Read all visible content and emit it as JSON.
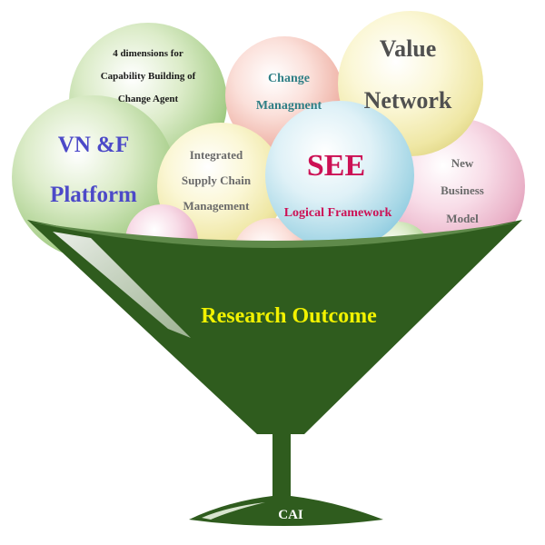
{
  "bubbles": {
    "capability": {
      "lines": [
        "4 dimensions for",
        "Capability Building of",
        "Change Agent"
      ],
      "color": "#1a1a1a"
    },
    "change": {
      "lines": [
        "Change",
        "Managment"
      ],
      "color": "#2f7f86"
    },
    "value_network": {
      "lines": [
        "Value",
        "Network"
      ],
      "color": "#505050"
    },
    "vnf": {
      "lines": [
        "VN &F",
        "Platform"
      ],
      "color": "#4c49c8"
    },
    "supply_chain": {
      "lines": [
        "Integrated",
        "Supply Chain",
        "Management"
      ],
      "color": "#6a6a6a"
    },
    "see": {
      "title": "SEE",
      "subtitle": "Logical Framework",
      "color": "#cc1155"
    },
    "new_business": {
      "lines": [
        "New",
        "Business",
        "Model"
      ],
      "color": "#6a6a6a"
    }
  },
  "glass": {
    "bowl_label": "Research Outcome",
    "bowl_label_color": "#f2f200",
    "base_label": "CAI",
    "base_label_color": "#ffffff",
    "glass_color": "#2f5c1e"
  }
}
